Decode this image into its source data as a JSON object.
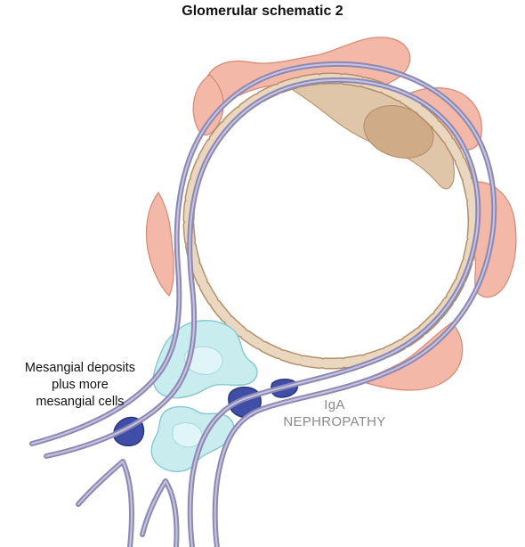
{
  "title": "Glomerular schematic 2",
  "labels": {
    "mesangial_line1": "Mesangial deposits",
    "mesangial_line2": "plus more",
    "mesangial_line3": "mesangial cells",
    "condition_line1": "IgA",
    "condition_line2": "NEPHROPATHY"
  },
  "colors": {
    "basement_membrane": "#8c88b4",
    "basement_membrane_highlight": "#c7c4e0",
    "podocyte": "#f4b8a8",
    "podocyte_edge": "#d48874",
    "endothelial_cell": "#e0c6a8",
    "endothelial_nucleus": "#cfac87",
    "mesangial_cell": "#c9ecef",
    "mesangial_cell_edge": "#86c8d0",
    "immune_deposit": "#3f4fa8",
    "immune_deposit_edge": "#28337a",
    "label_text": "#111111",
    "condition_text": "#8a8a8a"
  }
}
